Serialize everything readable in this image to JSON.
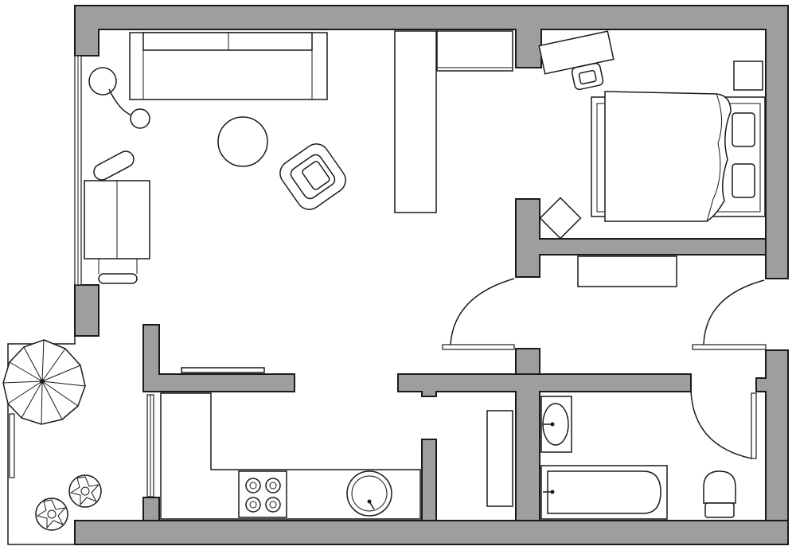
{
  "colors": {
    "wall": "#9e9e9e",
    "outline": "#1a1a1a",
    "floor": "#ffffff"
  },
  "rooms": [
    {
      "name": "living-room",
      "furniture": [
        "sofa",
        "floor-lamp",
        "round-coffee-table",
        "armchair",
        "sofa-chair",
        "bookcase",
        "sideboard"
      ]
    },
    {
      "name": "bedroom",
      "furniture": [
        "double-bed",
        "desk",
        "desk-chair",
        "nightstand",
        "side-table",
        "wardrobe"
      ]
    },
    {
      "name": "kitchen",
      "furniture": [
        "counter",
        "stove-4-burner",
        "sink",
        "shelf"
      ]
    },
    {
      "name": "bathroom",
      "furniture": [
        "washbasin",
        "bathtub",
        "toilet",
        "towel-rail"
      ]
    },
    {
      "name": "hallway",
      "furniture": [
        "coat-rack"
      ]
    },
    {
      "name": "balcony",
      "furniture": [
        "umbrella",
        "potted-plant",
        "potted-plant"
      ]
    }
  ]
}
